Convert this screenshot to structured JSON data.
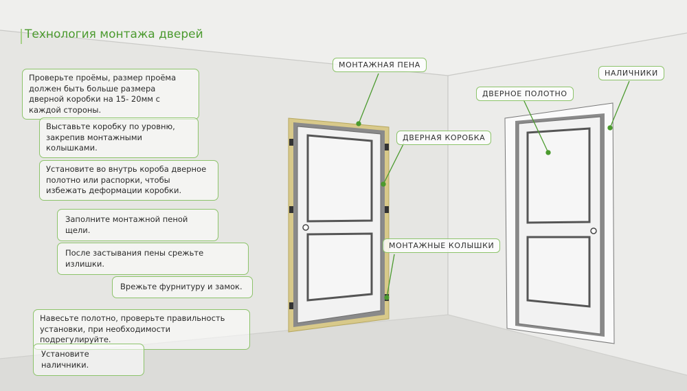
{
  "title": "Технология монтажа дверей",
  "steps": [
    "Проверьте проёмы, размер проёма должен быть больше размера дверной коробки на 15- 20мм с каждой стороны.",
    "Выставьте коробку по уровню, закрепив монтажными колышками.",
    "Установите во внутрь короба дверное полотно или распорки, чтобы избежать деформации коробки.",
    "Заполните монтажной пеной щели.",
    "После застывания пены срежьте излишки.",
    "Врежьте фурнитуру и замок.",
    "Навесьте полотно, проверьте правильность установки, при необходимости подрегулируйте.",
    "Установите наличники."
  ],
  "callouts": {
    "foam": "МОНТАЖНАЯ ПЕНА",
    "frame": "ДВЕРНАЯ КОРОБКА",
    "wedges": "МОНТАЖНЫЕ КОЛЫШКИ",
    "leaf": "ДВЕРНОЕ ПОЛОТНО",
    "trim": "НАЛИЧНИКИ"
  },
  "colors": {
    "accent": "#4b9a2e",
    "border": "#8cc36a",
    "foam": "#d8c98a",
    "wall": "#e9e9e7"
  }
}
